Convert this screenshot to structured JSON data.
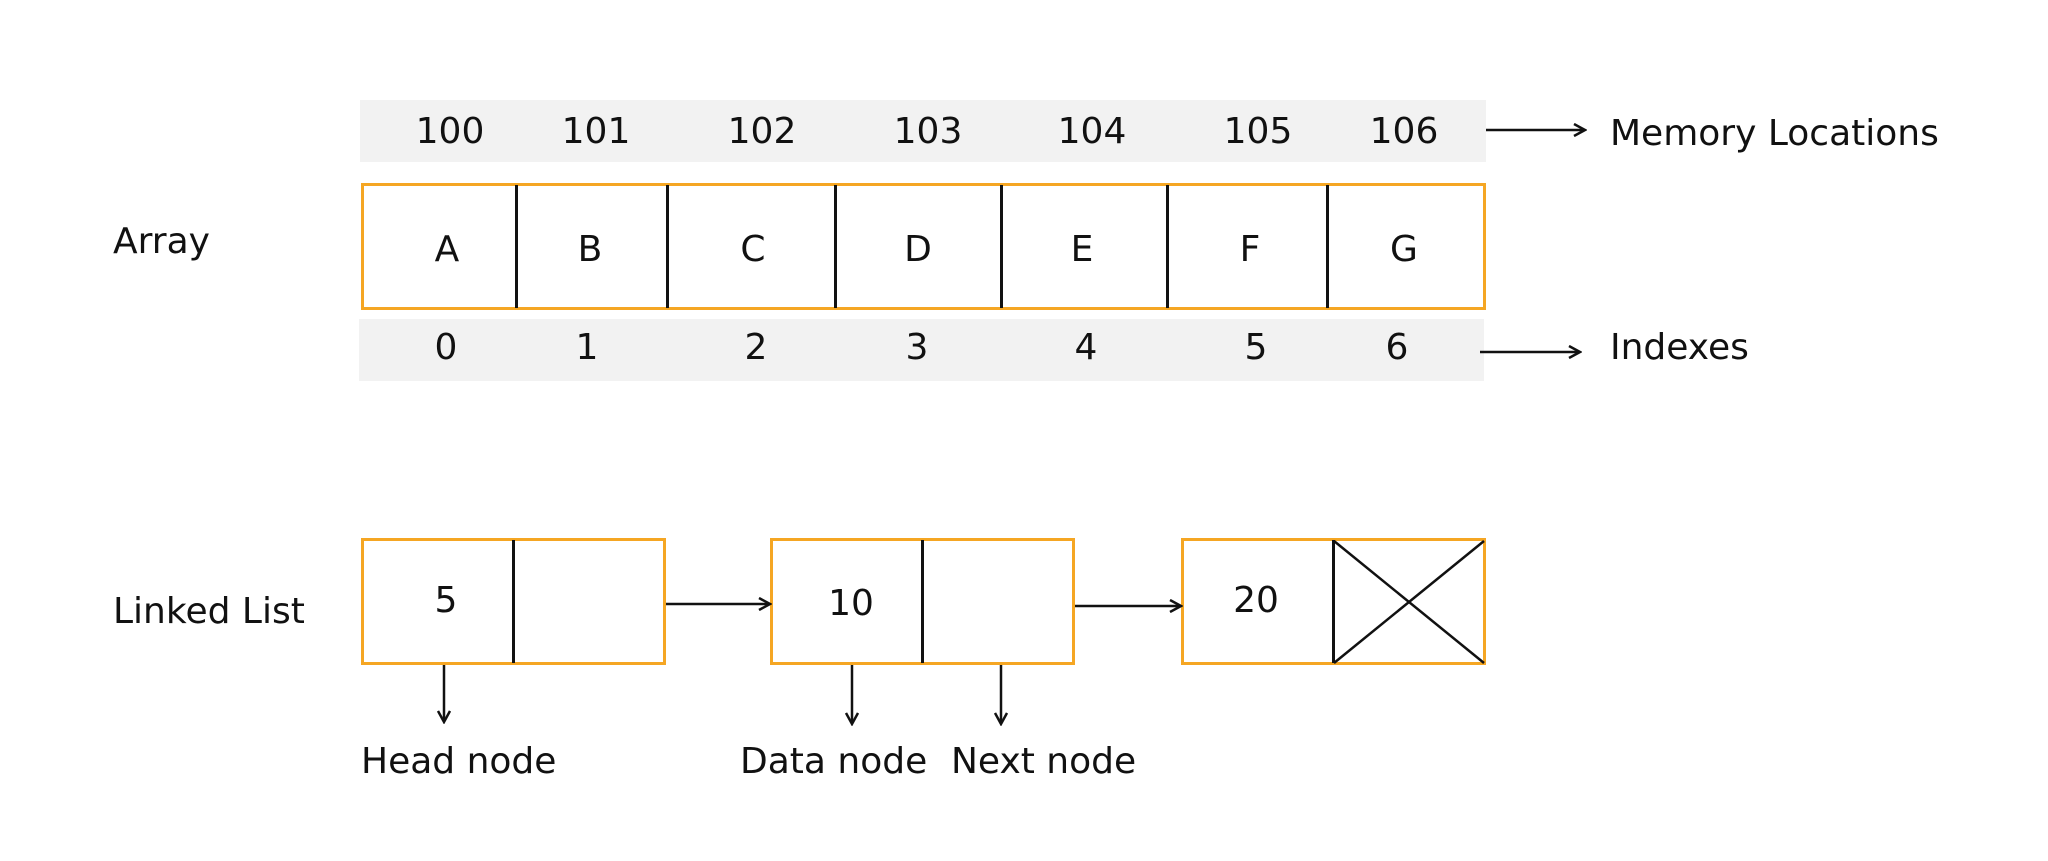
{
  "array": {
    "title": "Array",
    "memory_locations": [
      "100",
      "101",
      "102",
      "103",
      "104",
      "105",
      "106"
    ],
    "memory_label": "Memory Locations",
    "elements": [
      "A",
      "B",
      "C",
      "D",
      "E",
      "F",
      "G"
    ],
    "indexes": [
      "0",
      "1",
      "2",
      "3",
      "4",
      "5",
      "6"
    ],
    "indexes_label": "Indexes"
  },
  "linked_list": {
    "title": "Linked List",
    "nodes": [
      {
        "value": "5"
      },
      {
        "value": "10"
      },
      {
        "value": "20",
        "next_is_null": true
      }
    ],
    "annotations": {
      "head": "Head node",
      "data": "Data node",
      "next": "Next node"
    }
  },
  "colors": {
    "box_border": "#f5a623",
    "strip_bg": "#f2f2f2",
    "line": "#111111"
  }
}
